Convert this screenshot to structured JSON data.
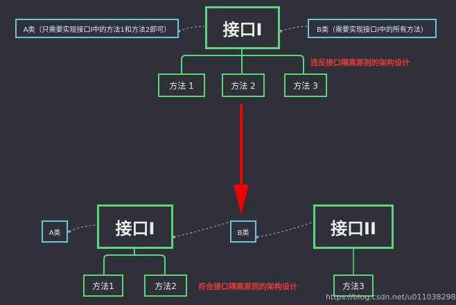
{
  "top": {
    "interface_box": "接口I",
    "class_a_box": "A类（只需要实现接口I中的方法1和方法2即可）",
    "class_b_box": "B类（需要实现接口I中的所有方法）",
    "methods": [
      "方法 1",
      "方法 2",
      "方法 3"
    ],
    "caption": "违反接口隔离原则的架构设计"
  },
  "bottom": {
    "interface_i_box": "接口I",
    "interface_ii_box": "接口II",
    "class_a_box": "A类",
    "class_b_box": "B类",
    "methods_i": [
      "方法1",
      "方法2"
    ],
    "method_ii": "方法3",
    "caption": "符合接口隔离原则的架构设计"
  },
  "watermark": "https://blog.csdn.net/u011038298",
  "colors": {
    "background": "#2f3138",
    "green": "#5cd67e",
    "blue": "#6fc3dd",
    "red": "#e63b3b",
    "dashed_link": "#a98bd6"
  }
}
